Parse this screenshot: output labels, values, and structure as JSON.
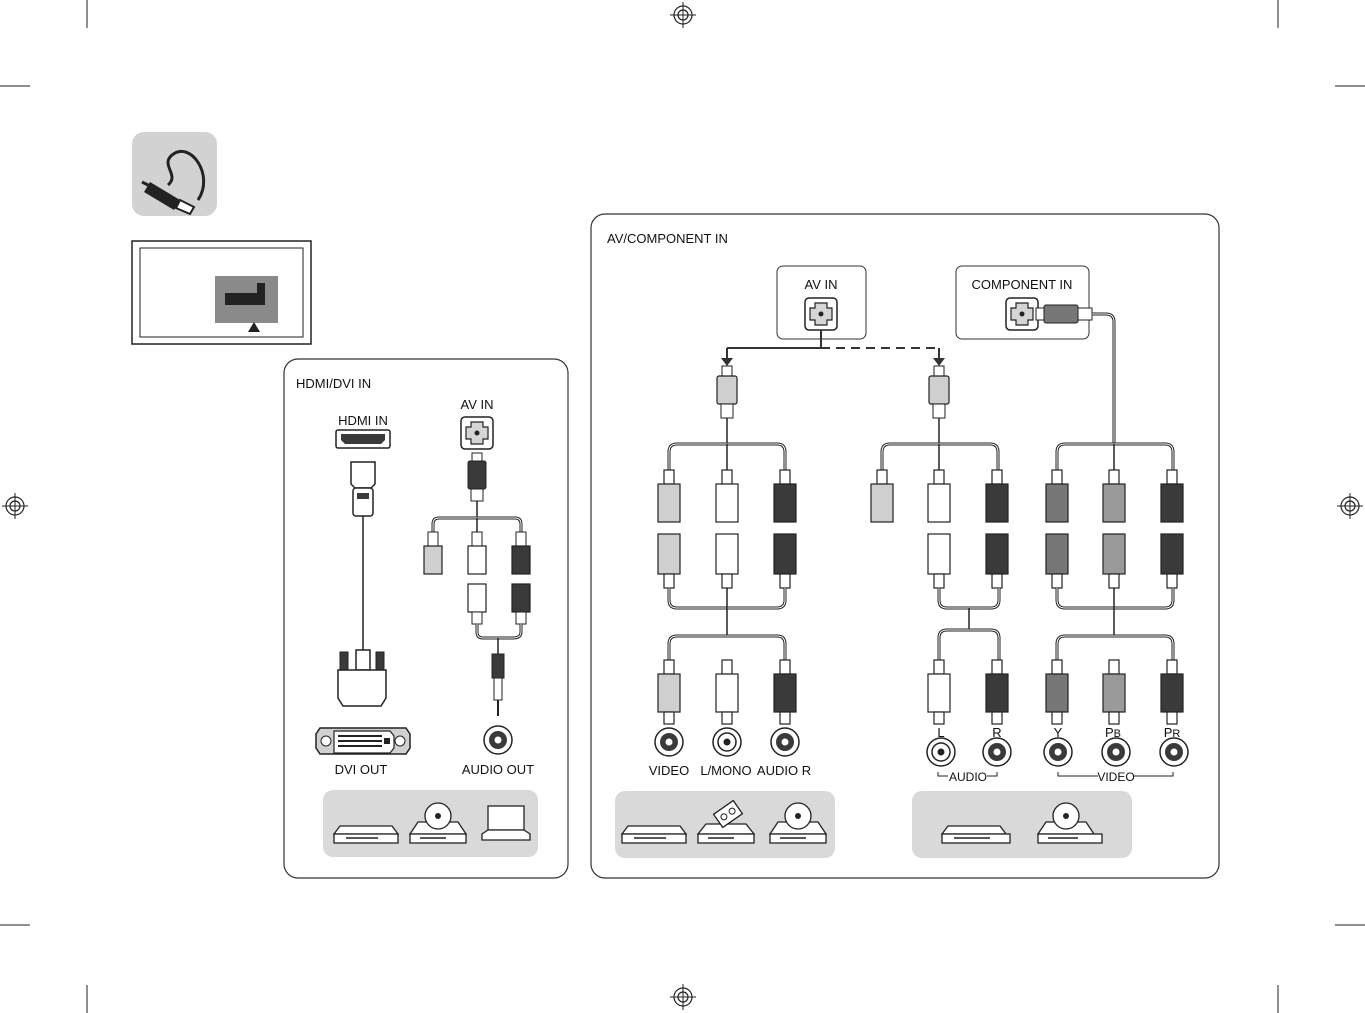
{
  "hdmi_panel": {
    "title": "HDMI/DVI IN",
    "hdmi_in": "HDMI IN",
    "av_in": "AV IN",
    "dvi_out": "DVI OUT",
    "audio_out": "AUDIO OUT"
  },
  "av_panel": {
    "title": "AV/COMPONENT IN",
    "av_in": "AV IN",
    "component_in": "COMPONENT IN",
    "video": "VIDEO",
    "l_mono": "L/MONO",
    "audio_r": "AUDIO R",
    "l": "L",
    "r": "R",
    "audio_group": "AUDIO",
    "y": "Y",
    "pb_main": "P",
    "pb_sub": "B",
    "pr_main": "P",
    "pr_sub": "R",
    "video_group": "VIDEO"
  },
  "colors": {
    "panel_border": "#333333",
    "device_tray": "#d9d9d9",
    "plug_light": "#cfcfcf",
    "plug_white": "#ffffff",
    "plug_dark": "#3a3a3a",
    "plug_mid": "#777777",
    "plug_mid_light": "#9a9a9a",
    "icon_bg": "#d2d2d2"
  }
}
